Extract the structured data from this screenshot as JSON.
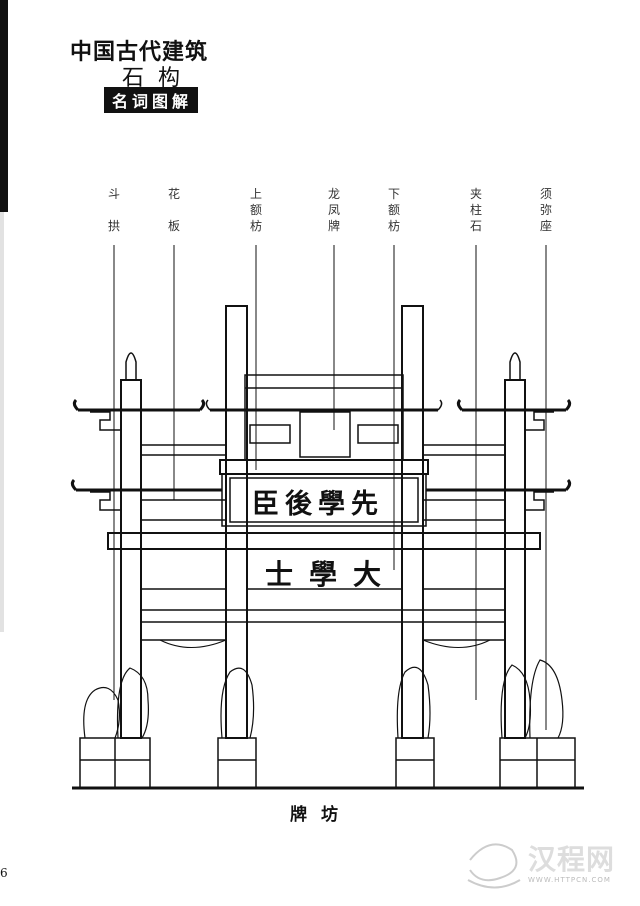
{
  "header": {
    "series_title": "中国古代建筑",
    "section_title": "石构",
    "badge": "名词图解"
  },
  "labels": [
    {
      "id": "dougong",
      "text": "斗\n\n拱"
    },
    {
      "id": "huaban",
      "text": "花\n\n板"
    },
    {
      "id": "shang_e_fang",
      "text": "上\n额\n枋"
    },
    {
      "id": "longfeng_pai",
      "text": "龙\n凤\n牌"
    },
    {
      "id": "xia_e_fang",
      "text": "下\n额\n枋"
    },
    {
      "id": "jia_zhu_shi",
      "text": "夹\n柱\n石"
    },
    {
      "id": "xu_mi_zuo",
      "text": "须\n弥\n座"
    }
  ],
  "plaques": {
    "upper": "臣後學先",
    "lower": "士學大"
  },
  "caption": "牌坊",
  "page_number": "6",
  "watermark": {
    "name": "汉程网",
    "url": "WWW.HTTPCN.COM"
  }
}
